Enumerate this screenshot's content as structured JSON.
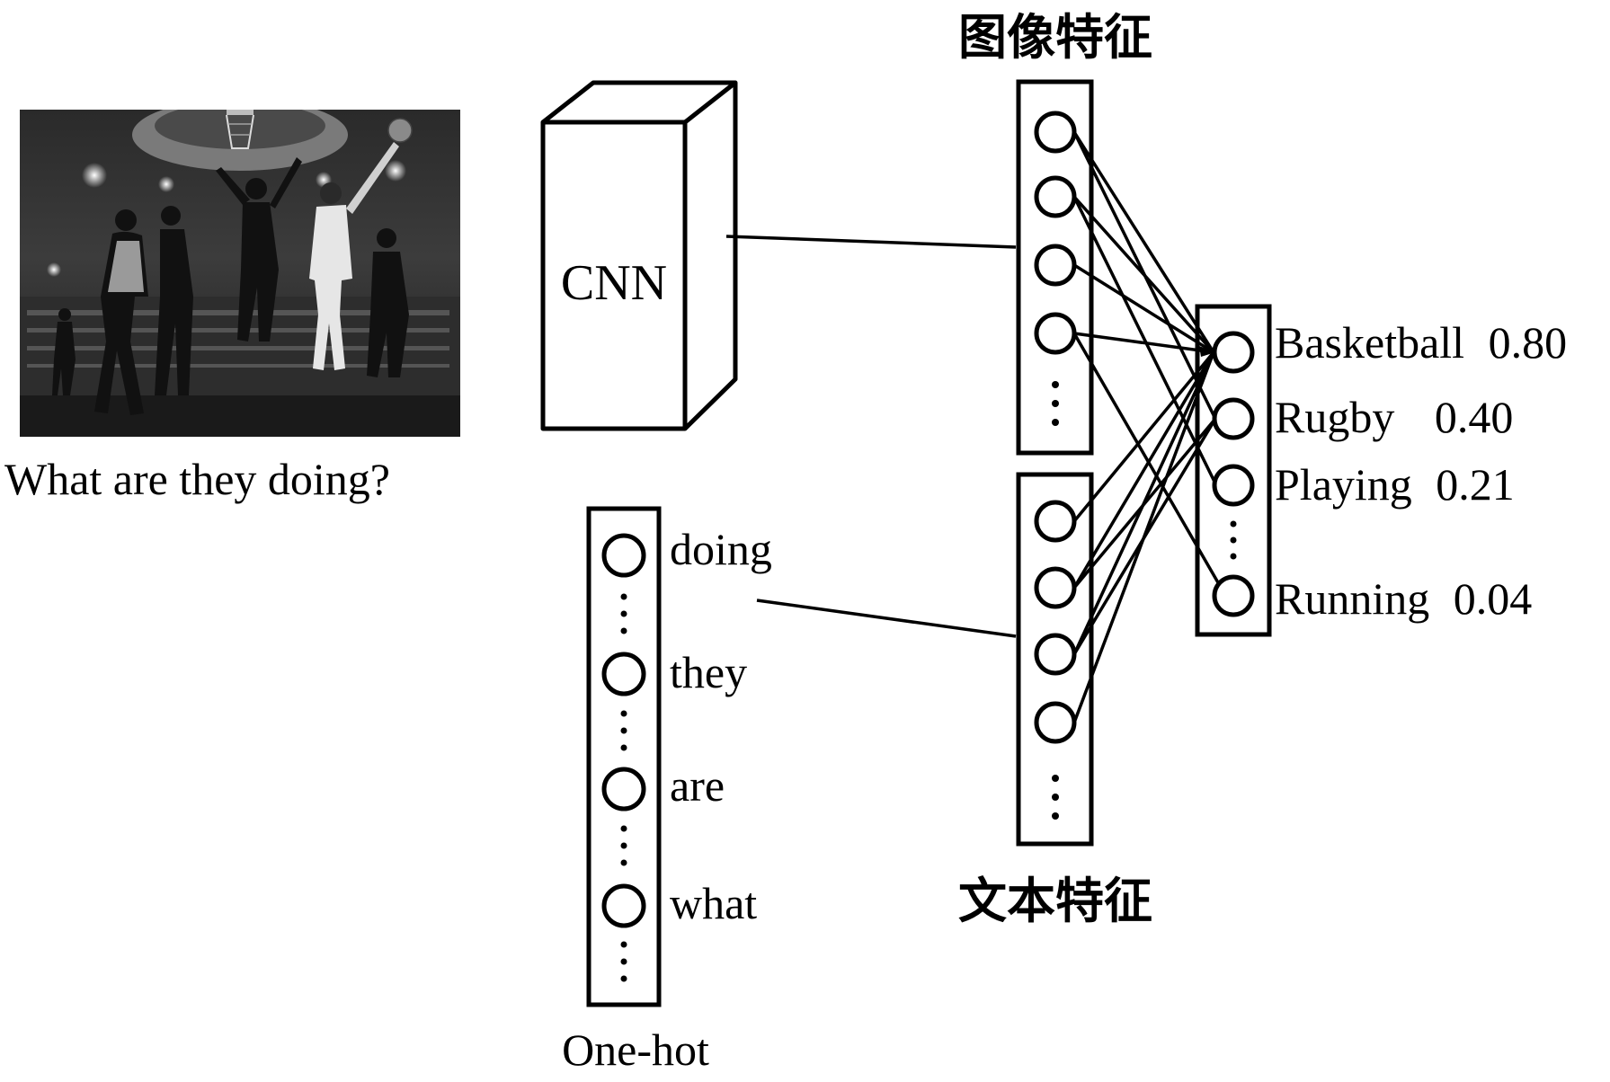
{
  "question": "What are they doing?",
  "cnn_label": "CNN",
  "image_features_label": "图像特征",
  "text_features_label": "文本特征",
  "onehot_label": "One-hot",
  "words": [
    "doing",
    "they",
    "are",
    "what"
  ],
  "answers": [
    {
      "label": "Basketball",
      "score": "0.80"
    },
    {
      "label": "Rugby",
      "score": "0.40"
    },
    {
      "label": "Playing",
      "score": "0.21"
    },
    {
      "label": "Running",
      "score": "0.04"
    }
  ],
  "photo": {
    "description_icon": "basketball-game-photo",
    "tone": "grayscale"
  }
}
